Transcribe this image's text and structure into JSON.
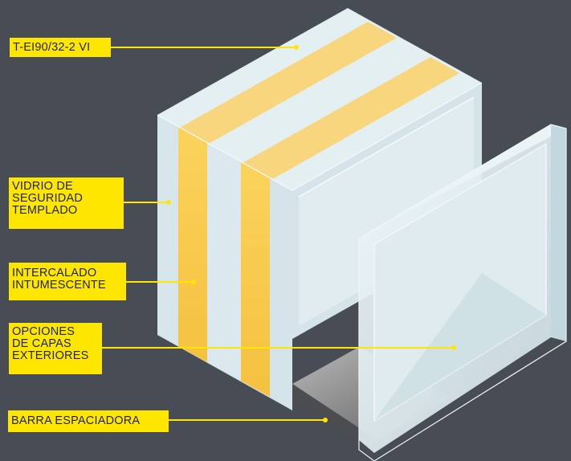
{
  "diagram": {
    "colors": {
      "background": "#474c55",
      "label_fill": "#ffe600",
      "leader_line": "#ffe600",
      "glass_face": "#d9e9ee",
      "glass_top": "#e6f0f2",
      "interlayer": "#f7c842",
      "spacer_bar": "#8d8d8e"
    },
    "labels": {
      "product": "T-EI90/32-2 VI",
      "tempered_glass": "VIDRIO DE\nSEGURIDAD\nTEMPLADO",
      "intumescent_interlayer": "INTERCALADO\nINTUMESCENTE",
      "outer_layer_options": "OPCIONES\nDE CAPAS\nEXTERIORES",
      "spacer_bar": "BARRA ESPACIADORA"
    }
  }
}
